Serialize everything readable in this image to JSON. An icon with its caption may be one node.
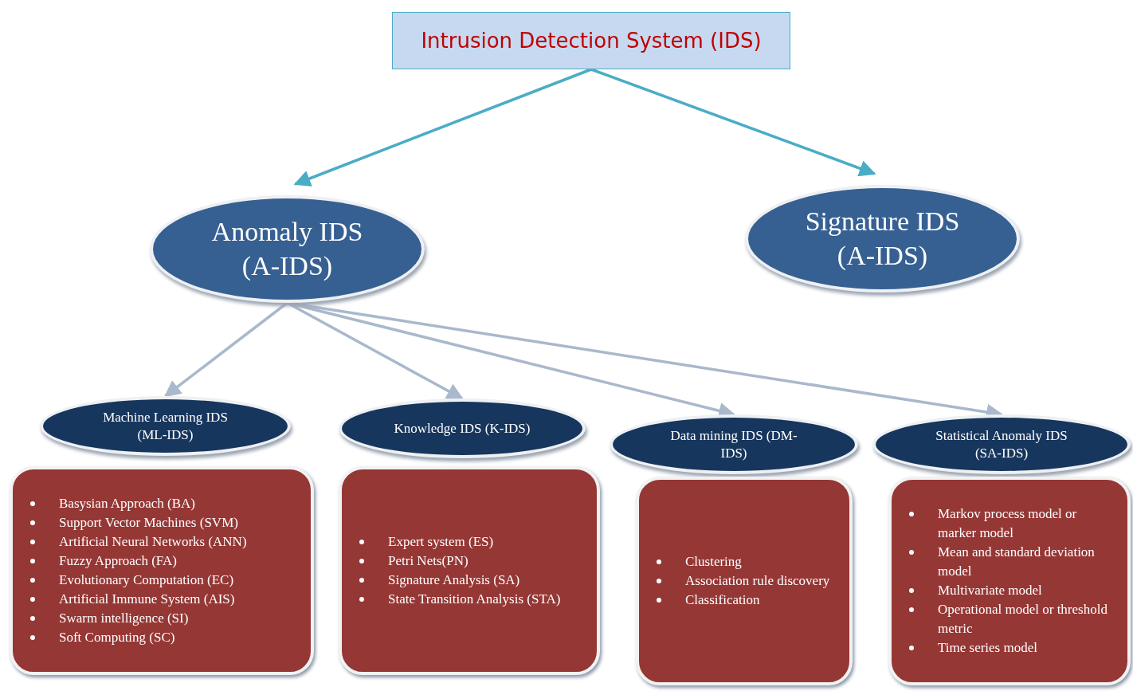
{
  "diagram": {
    "nodes": [
      {
        "text": [
          "Intrusion Detection System (IDS)"
        ]
      },
      {
        "text": [
          "Anomaly IDS (A-IDS)"
        ]
      },
      {
        "text": [
          "Signature IDS (A-IDS)"
        ]
      },
      {
        "text": [
          "Machine Learning IDS (ML-IDS)"
        ]
      },
      {
        "text": [
          "Knowledge IDS (K-IDS)"
        ]
      },
      {
        "text": [
          "Data mining  IDS (DM-IDS)"
        ]
      },
      {
        "text": [
          "Statistical Anomaly IDS (SA-IDS)"
        ]
      },
      {
        "text": [
          "Basysian Approach (BA)",
          "Support Vector Machines (SVM)",
          "Artificial Neural Networks (ANN)",
          "Fuzzy Approach (FA)",
          "Evolutionary Computation (EC)",
          "Artificial Immune System (AIS)",
          "Swarm intelligence (SI)",
          "Soft Computing (SC)"
        ]
      },
      {
        "text": [
          "Expert system (ES)",
          "Petri Nets(PN)",
          "Signature Analysis (SA)",
          "State Transition Analysis (STA)"
        ]
      },
      {
        "text": [
          "Clustering",
          "Association rule discovery",
          "Classification"
        ]
      },
      {
        "text": [
          "Markov process model or marker model",
          "Mean and standard deviation model",
          "Multivariate model",
          "Operational model or threshold metric",
          "Time series model"
        ]
      }
    ],
    "edges": [
      {
        "from": 0,
        "to": 1,
        "arrow": "to",
        "color": "#4bacc6"
      },
      {
        "from": 0,
        "to": 2,
        "arrow": "to",
        "color": "#4bacc6"
      },
      {
        "from": 1,
        "to": 3,
        "arrow": "to"
      },
      {
        "from": 1,
        "to": 4,
        "arrow": "to"
      },
      {
        "from": 1,
        "to": 5,
        "arrow": "to"
      },
      {
        "from": 1,
        "to": 6,
        "arrow": "to"
      }
    ]
  }
}
